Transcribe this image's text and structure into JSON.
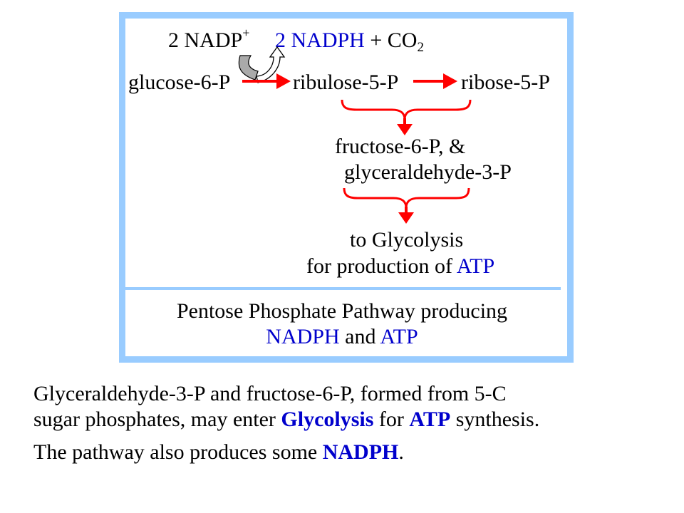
{
  "diagram": {
    "nadp": {
      "prefix": "2 NADP",
      "superscript": "+"
    },
    "nadph_co2": {
      "nadph": "2 NADPH",
      "rest": " + CO",
      "subscript": "2"
    },
    "glucose": "glucose-6-P",
    "ribulose": "ribulose-5-P",
    "ribose": "ribose-5-P",
    "fructose": "fructose-6-P, &",
    "glyceraldehyde": "glyceraldehyde-3-P",
    "to_glycolysis": "to Glycolysis",
    "for_production": "for production of ",
    "atp": "ATP",
    "caption": {
      "line1": "Pentose Phosphate Pathway producing",
      "nadph": "NADPH",
      "and": " and ",
      "atp": "ATP"
    },
    "colors": {
      "border": "#99ccff",
      "arrow": "#ff0000",
      "highlight": "#0000cc",
      "gray_arrow": "#aaaaaa"
    }
  },
  "text": {
    "p1": {
      "a": "Glyceraldehyde-3-P and fructose-6-P, formed from 5-C",
      "b": "sugar phosphates, may enter ",
      "glycolysis": "Glycolysis",
      "c": " for ",
      "atp": "ATP",
      "d": " synthesis."
    },
    "p2": {
      "a": "The pathway also produces some ",
      "nadph": "NADPH",
      "b": "."
    }
  }
}
